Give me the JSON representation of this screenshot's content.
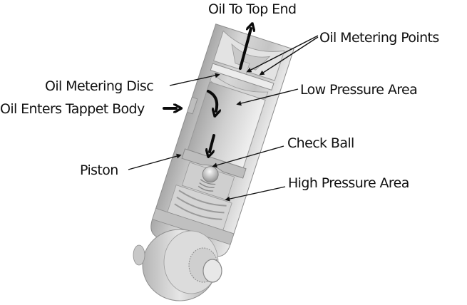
{
  "diagram": {
    "subject": "Hydraulic roller tappet cutaway",
    "labels": {
      "oil_to_top_end": "Oil To Top End",
      "oil_metering_points": "Oil Metering Points",
      "oil_metering_disc": "Oil Metering Disc",
      "low_pressure_area": "Low Pressure Area",
      "oil_enters_tappet_body": "Oil Enters Tappet Body",
      "check_ball": "Check Ball",
      "piston": "Piston",
      "high_pressure_area": "High Pressure Area"
    },
    "colors": {
      "background": "#ffffff",
      "text": "#111111",
      "body_light": "#d9d9d9",
      "body_mid": "#bdbdbd",
      "body_dark": "#9a9a9a",
      "arrow": "#0a0a0a"
    }
  }
}
